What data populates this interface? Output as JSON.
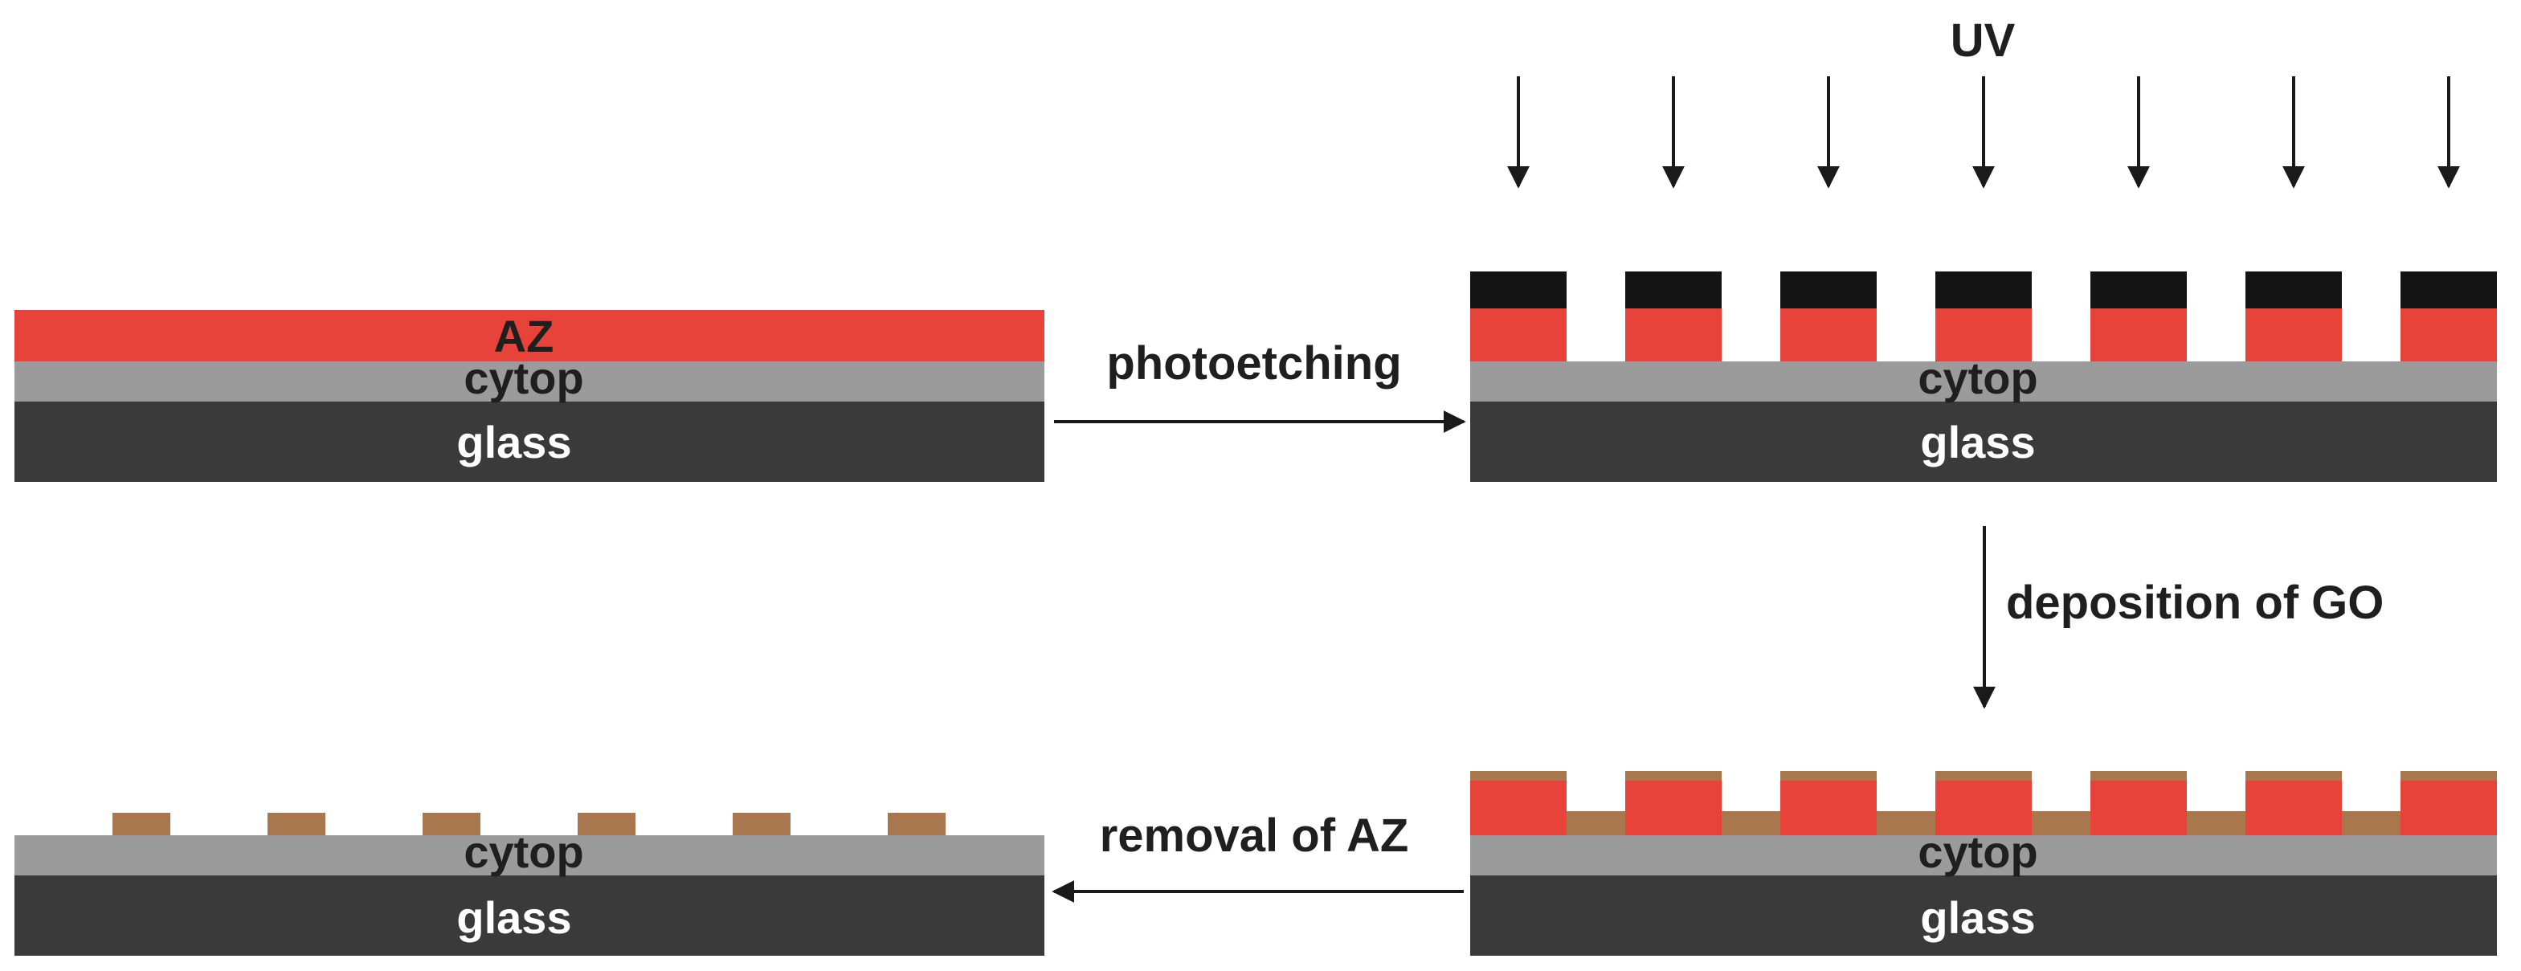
{
  "labels": {
    "uv": "UV",
    "az": "AZ",
    "cytop": "cytop",
    "glass": "glass",
    "step_photoetching": "photoetching",
    "step_deposition": "deposition of GO",
    "step_removal": "removal of AZ"
  },
  "colors": {
    "az": "#e8433a",
    "cytop": "#9b9b9b",
    "glass": "#3a3a3a",
    "mask": "#141414",
    "go": "#a9774d",
    "arrow": "#1a1a1a",
    "label_dark": "#1f1f1f",
    "label_light": "#ffffff"
  },
  "icons": {
    "uv_arrow": "down-arrow-icon",
    "step_arrow": "arrow-icon"
  }
}
